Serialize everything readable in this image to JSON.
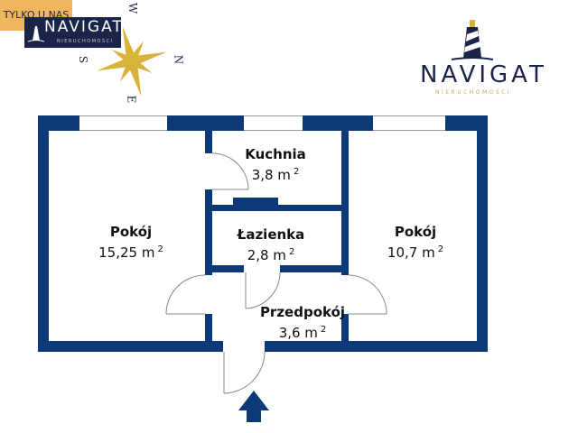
{
  "header": {
    "logo_left": {
      "brand": "NAVIGAT",
      "sub": "NIERUCHOMOŚCI"
    },
    "promo_badge": "TYLKO U NAS",
    "compass": {
      "n": "N",
      "s": "S",
      "e": "E",
      "w": "W"
    },
    "logo_right": {
      "brand": "NAVIGAT",
      "sub": "NIERUCHOMOŚCI"
    }
  },
  "rooms": [
    {
      "name": "Pokój",
      "area": "15,25 m",
      "unit_exp": "2"
    },
    {
      "name": "Kuchnia",
      "area": "3,8 m",
      "unit_exp": "2"
    },
    {
      "name": "Łazienka",
      "area": "2,8 m",
      "unit_exp": "2"
    },
    {
      "name": "Pokój",
      "area": "10,7 m",
      "unit_exp": "2"
    },
    {
      "name": "Przedpokój",
      "area": "3,6 m",
      "unit_exp": "2"
    }
  ],
  "colors": {
    "wall": "#0c3a79",
    "brand_navy": "#1a2448",
    "brand_gold": "#f0b65c",
    "compass_gold": "#d9b23a"
  }
}
